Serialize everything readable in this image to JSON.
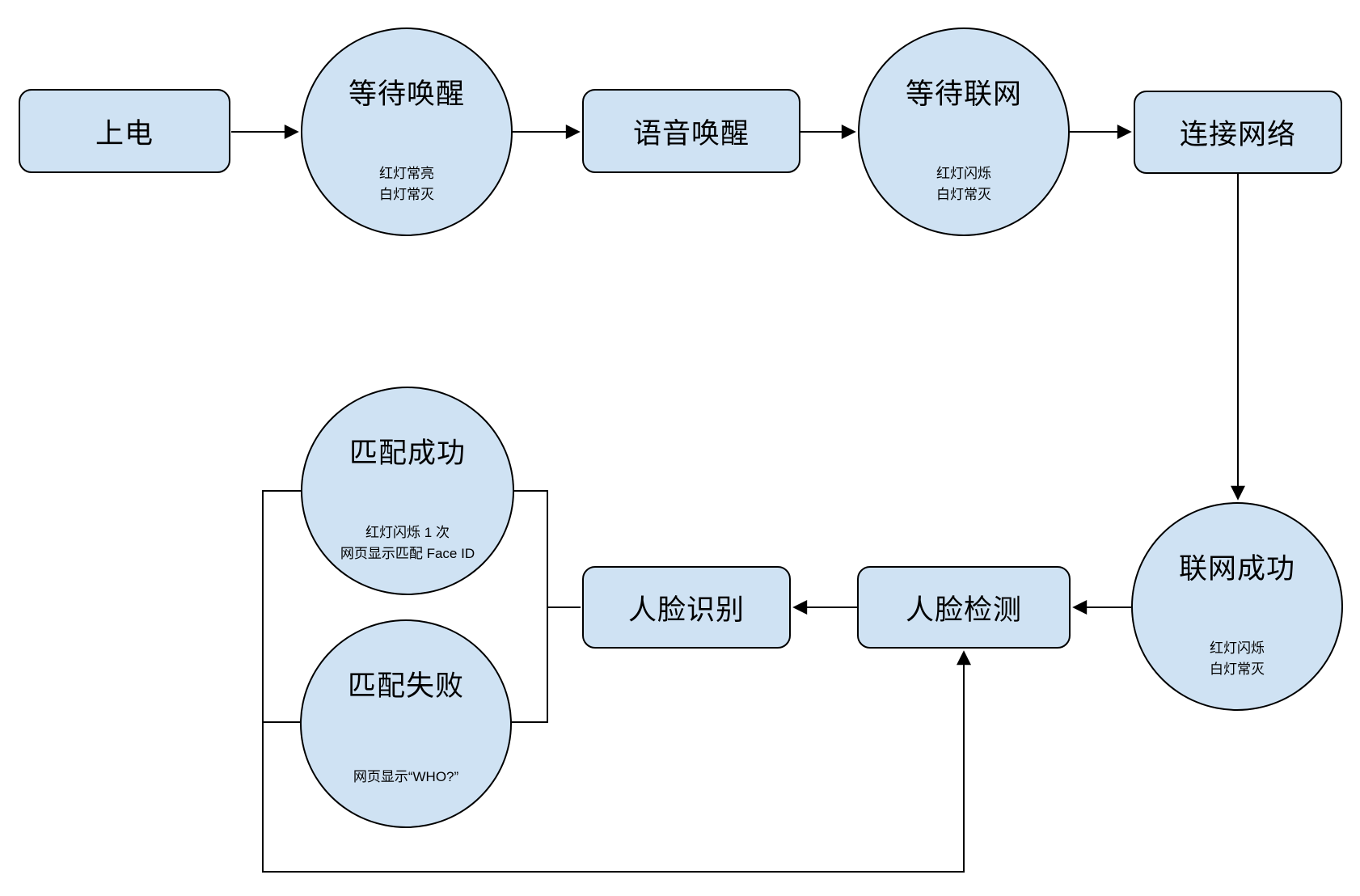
{
  "diagram": {
    "type": "flowchart",
    "colors": {
      "background": "#ffffff",
      "node_fill": "#cfe2f3",
      "node_border": "#000000",
      "connector": "#000000",
      "text": "#000000"
    },
    "nodes": [
      {
        "id": "power-on",
        "shape": "rounded-rect",
        "label": "上电"
      },
      {
        "id": "wait-wake",
        "shape": "circle",
        "title": "等待唤醒",
        "lines": [
          "红灯常亮",
          "白灯常灭"
        ]
      },
      {
        "id": "voice-wake",
        "shape": "rounded-rect",
        "label": "语音唤醒"
      },
      {
        "id": "wait-network",
        "shape": "circle",
        "title": "等待联网",
        "lines": [
          "红灯闪烁",
          "白灯常灭"
        ]
      },
      {
        "id": "connect-network",
        "shape": "rounded-rect",
        "label": "连接网络"
      },
      {
        "id": "network-success",
        "shape": "circle",
        "title": "联网成功",
        "lines": [
          "红灯闪烁",
          "白灯常灭"
        ]
      },
      {
        "id": "face-recognition",
        "shape": "rounded-rect",
        "label": "人脸识别"
      },
      {
        "id": "face-detection",
        "shape": "rounded-rect",
        "label": "人脸检测"
      },
      {
        "id": "match-success",
        "shape": "circle",
        "title": "匹配成功",
        "lines": [
          "红灯闪烁 1 次",
          "网页显示匹配 Face ID"
        ]
      },
      {
        "id": "match-fail",
        "shape": "circle",
        "title": "匹配失败",
        "lines": [
          "网页显示“WHO?”"
        ]
      }
    ],
    "edges": [
      {
        "from": "power-on",
        "to": "wait-wake",
        "arrow": true
      },
      {
        "from": "wait-wake",
        "to": "voice-wake",
        "arrow": true
      },
      {
        "from": "voice-wake",
        "to": "wait-network",
        "arrow": true
      },
      {
        "from": "wait-network",
        "to": "connect-network",
        "arrow": true
      },
      {
        "from": "connect-network",
        "to": "network-success",
        "arrow": true
      },
      {
        "from": "network-success",
        "to": "face-detection",
        "arrow": true
      },
      {
        "from": "face-detection",
        "to": "face-recognition",
        "arrow": true
      },
      {
        "from": "face-recognition",
        "to": "match-success",
        "arrow": false
      },
      {
        "from": "face-recognition",
        "to": "match-fail",
        "arrow": false
      },
      {
        "from": "match-success",
        "to": "face-detection",
        "arrow": true
      },
      {
        "from": "match-fail",
        "to": "face-detection",
        "arrow": true
      }
    ]
  }
}
